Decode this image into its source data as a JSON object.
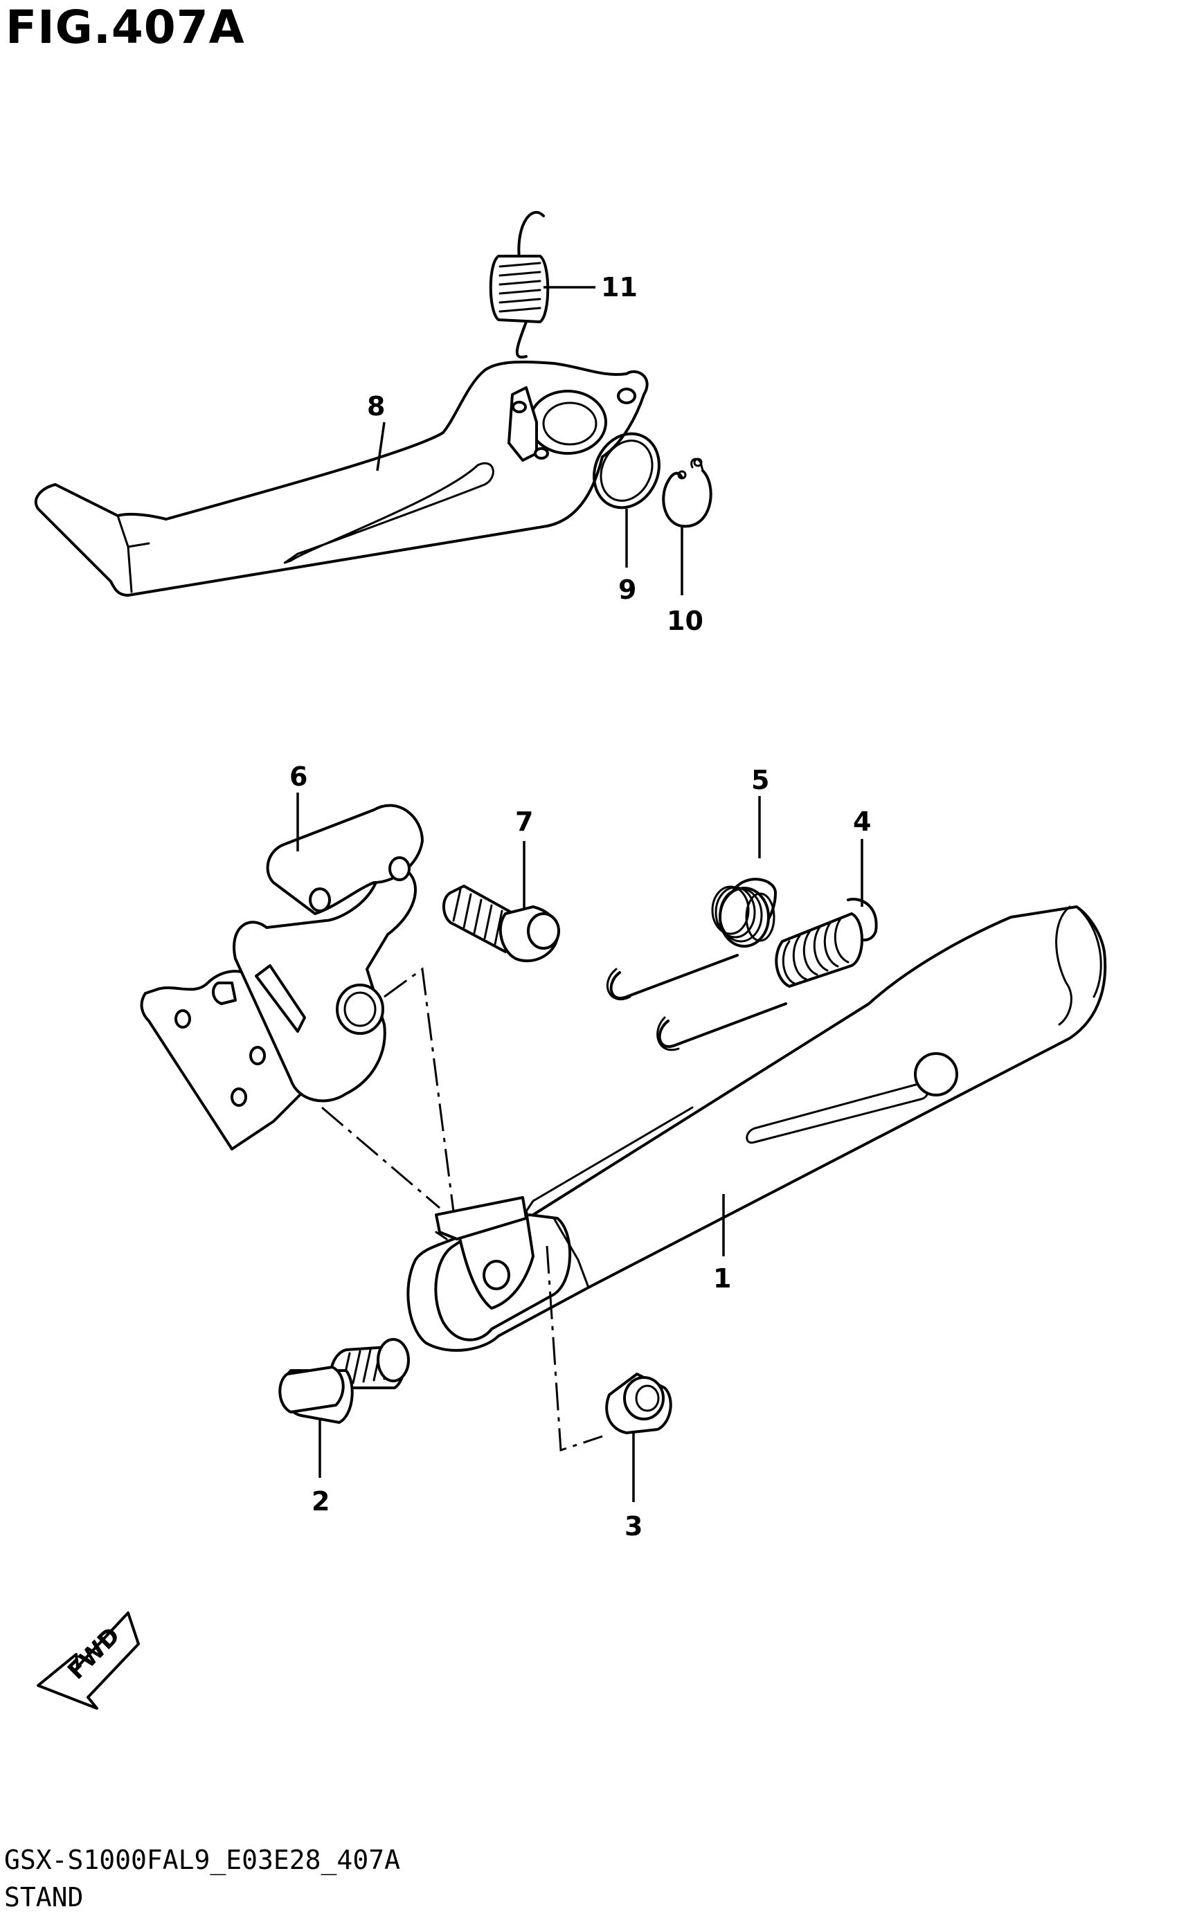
{
  "figure": {
    "title": "FIG.407A"
  },
  "parts": [
    {
      "number": "1"
    },
    {
      "number": "2"
    },
    {
      "number": "3"
    },
    {
      "number": "4"
    },
    {
      "number": "5"
    },
    {
      "number": "6"
    },
    {
      "number": "7"
    },
    {
      "number": "8"
    },
    {
      "number": "9"
    },
    {
      "number": "10"
    },
    {
      "number": "11"
    }
  ],
  "direction_badge": {
    "label": "FWD"
  },
  "footer": {
    "code": "GSX-S1000FAL9_E03E28_407A",
    "group": "STAND"
  },
  "colors": {
    "ink": "#000000",
    "paper": "#ffffff"
  }
}
